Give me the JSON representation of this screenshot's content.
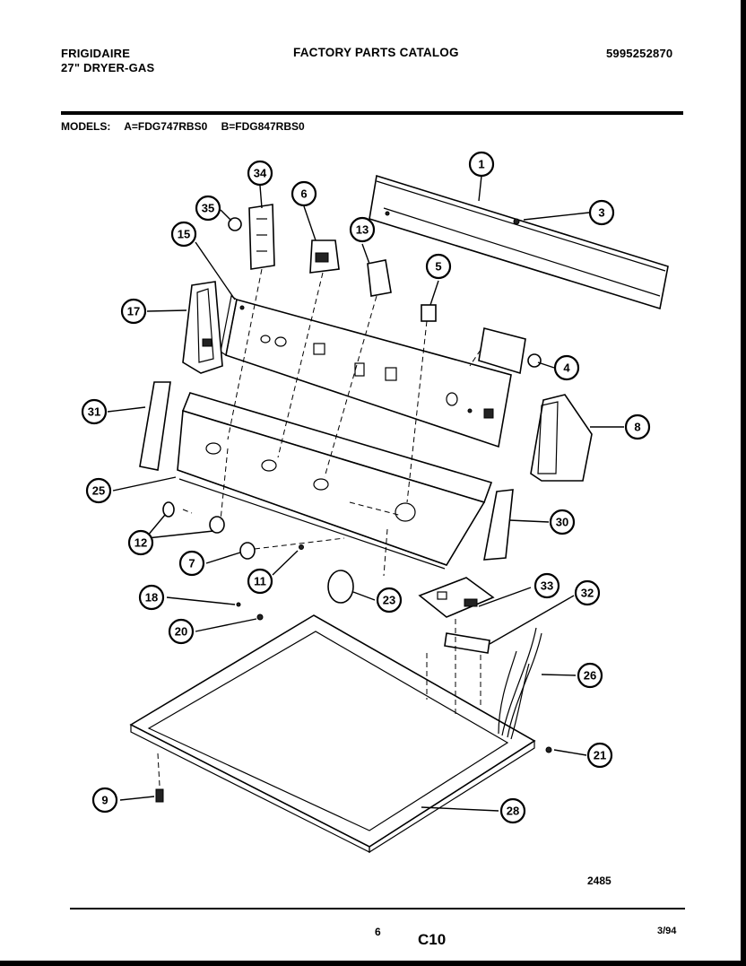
{
  "header": {
    "brand": "FRIGIDAIRE",
    "product": "27\" DRYER-GAS",
    "title": "FACTORY PARTS CATALOG",
    "catalog_number": "5995252870"
  },
  "models": {
    "label": "MODELS:",
    "a": "A=FDG747RBS0",
    "b": "B=FDG847RBS0"
  },
  "footer": {
    "diagram_number": "2485",
    "page_number": "6",
    "section": "C10",
    "date": "3/94"
  },
  "callouts": [
    "1",
    "3",
    "34",
    "35",
    "6",
    "13",
    "15",
    "5",
    "17",
    "4",
    "31",
    "8",
    "25",
    "12",
    "30",
    "7",
    "11",
    "23",
    "18",
    "33",
    "32",
    "20",
    "26",
    "21",
    "9",
    "28"
  ]
}
